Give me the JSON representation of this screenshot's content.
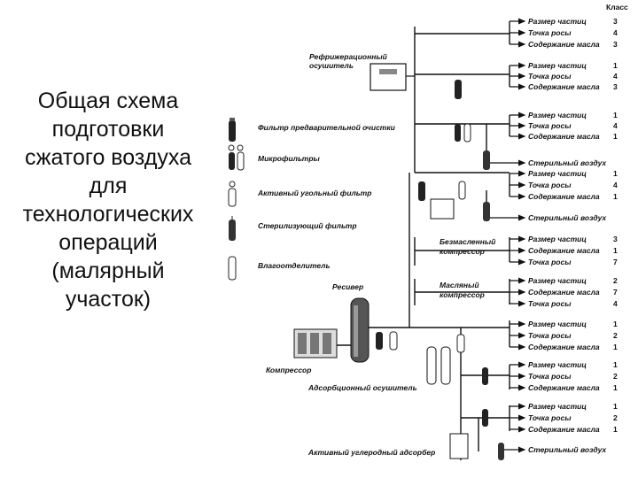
{
  "title_lines": [
    "Общая схема",
    "подготовки",
    "сжатого воздуха",
    "для",
    "технологических",
    "операций",
    "(малярный",
    "участок)"
  ],
  "class_header": "Класс",
  "legend": {
    "prefilter": "Фильтр предварительной очистки",
    "microfilters": "Микрофильтры",
    "carbon_filter": "Активный угольный фильтр",
    "sterile_filter": "Стерилизующий фильтр",
    "moisture_separator": "Влагоотделитель"
  },
  "labels": {
    "dryer_refrig_1": "Рефрижерационный",
    "dryer_refrig_2": "осушитель",
    "receiver": "Ресивер",
    "compressor": "Компрессор",
    "adsorption_dryer": "Адсорбционный осушитель",
    "carbon_adsorber": "Активный углеродный адсорбер",
    "oilfree_1": "Безмасленный",
    "oilfree_2": "компрессор",
    "oil_1": "Масляный",
    "oil_2": "компрессор"
  },
  "outputs": [
    {
      "rows": [
        {
          "param": "Размер частиц",
          "cls": "3"
        },
        {
          "param": "Точка росы",
          "cls": "4"
        },
        {
          "param": "Содержание масла",
          "cls": "3"
        }
      ]
    },
    {
      "rows": [
        {
          "param": "Размер частиц",
          "cls": "1"
        },
        {
          "param": "Точка росы",
          "cls": "4"
        },
        {
          "param": "Содержание масла",
          "cls": "3"
        }
      ]
    },
    {
      "rows": [
        {
          "param": "Размер частиц",
          "cls": "1"
        },
        {
          "param": "Точка росы",
          "cls": "4"
        },
        {
          "param": "Содержание масла",
          "cls": "1"
        }
      ]
    },
    {
      "rows": [
        {
          "param": "Стерильный воздух",
          "cls": ""
        }
      ]
    },
    {
      "rows": [
        {
          "param": "Размер частиц",
          "cls": "1"
        },
        {
          "param": "Точка росы",
          "cls": "4"
        },
        {
          "param": "Содержание масла",
          "cls": "1"
        }
      ]
    },
    {
      "rows": [
        {
          "param": "Стерильный воздух",
          "cls": ""
        }
      ]
    },
    {
      "rows": [
        {
          "param": "Размер частиц",
          "cls": "3"
        },
        {
          "param": "Содержание масла",
          "cls": "1"
        },
        {
          "param": "Точка росы",
          "cls": "7"
        }
      ]
    },
    {
      "rows": [
        {
          "param": "Размер частиц",
          "cls": "2"
        },
        {
          "param": "Содержание масла",
          "cls": "7"
        },
        {
          "param": "Точка росы",
          "cls": "4"
        }
      ]
    },
    {
      "rows": [
        {
          "param": "Размер частиц",
          "cls": "1"
        },
        {
          "param": "Точка росы",
          "cls": "2"
        },
        {
          "param": "Содержание масла",
          "cls": "1"
        }
      ]
    },
    {
      "rows": [
        {
          "param": "Размер частиц",
          "cls": "1"
        },
        {
          "param": "Точка росы",
          "cls": "2"
        },
        {
          "param": "Содержание масла",
          "cls": "1"
        }
      ]
    },
    {
      "rows": [
        {
          "param": "Размер частиц",
          "cls": "1"
        },
        {
          "param": "Точка росы",
          "cls": "2"
        },
        {
          "param": "Содержание масла",
          "cls": "1"
        }
      ]
    },
    {
      "rows": [
        {
          "param": "Стерильный воздух",
          "cls": ""
        }
      ]
    }
  ]
}
